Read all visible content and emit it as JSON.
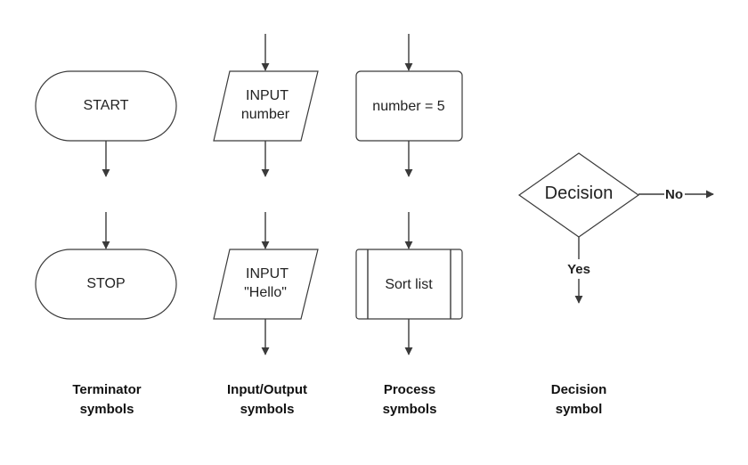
{
  "terminator": {
    "start_label": "START",
    "stop_label": "STOP",
    "caption_line1": "Terminator",
    "caption_line2": "symbols"
  },
  "input_output": {
    "node1_line1": "INPUT",
    "node1_line2": "number",
    "node2_line1": "INPUT",
    "node2_line2": "\"Hello\"",
    "caption_line1": "Input/Output",
    "caption_line2": "symbols"
  },
  "process": {
    "node1_label": "number = 5",
    "node2_label": "Sort list",
    "caption_line1": "Process",
    "caption_line2": "symbols"
  },
  "decision": {
    "label": "Decision",
    "no_label": "No",
    "yes_label": "Yes",
    "caption_line1": "Decision",
    "caption_line2": "symbol"
  },
  "colors": {
    "stroke": "#3a3a3a",
    "fill": "#ffffff",
    "text": "#222222"
  }
}
